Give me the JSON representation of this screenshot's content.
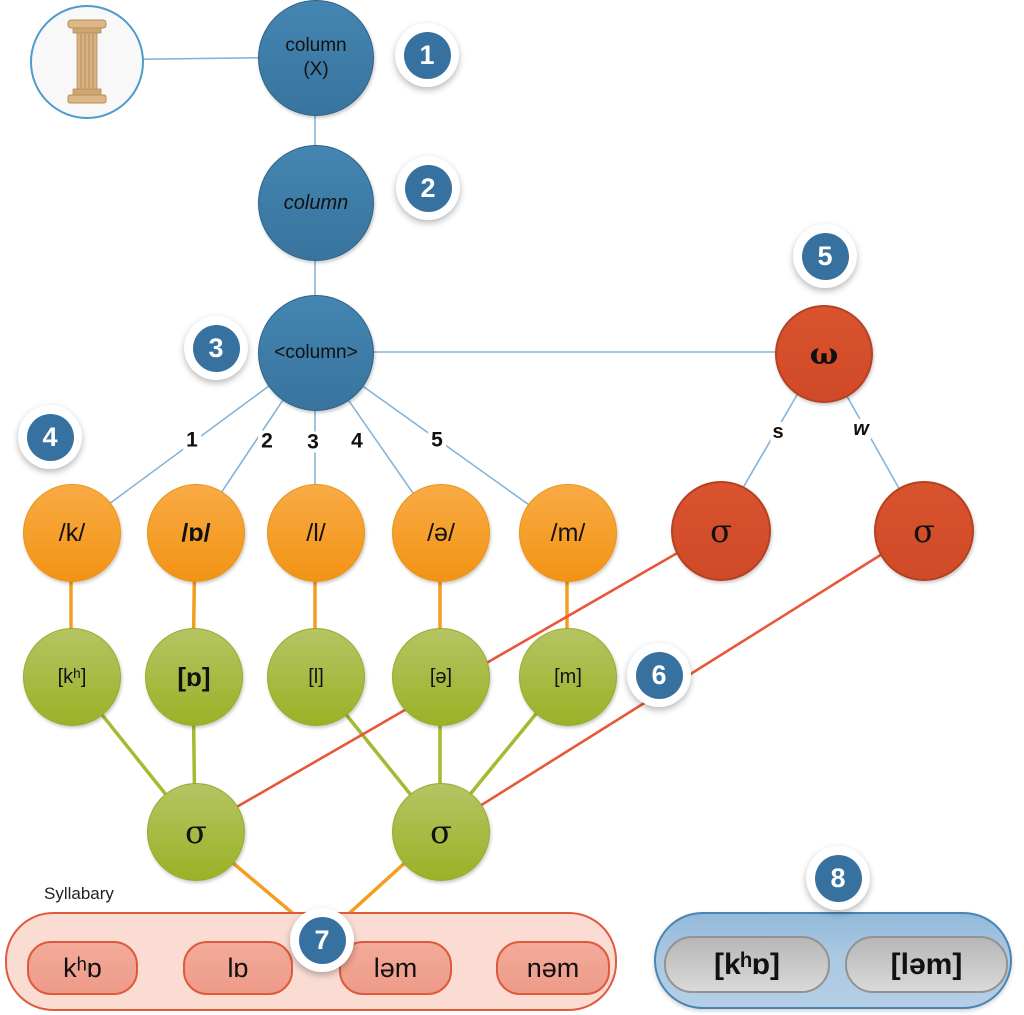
{
  "badges": [
    "1",
    "2",
    "3",
    "4",
    "5",
    "6",
    "7",
    "8"
  ],
  "nodes": {
    "word": {
      "line1": "column",
      "line2": "(X)"
    },
    "lemma": "column",
    "grapheme": "<column>",
    "omega": "ω",
    "sigma_strong": "σ",
    "sigma_weak": "σ",
    "syllable_sigma_left": "σ",
    "syllable_sigma_right": "σ"
  },
  "branch_labels": {
    "strong": "s",
    "weak": "w"
  },
  "position_numbers": [
    "1",
    "2",
    "3",
    "4",
    "5"
  ],
  "phonemes": [
    "/k/",
    "/ɒ/",
    "/l/",
    "/ə/",
    "/m/"
  ],
  "phones": [
    "[kʰ]",
    "[ɒ]",
    "[l]",
    "[ə]",
    "[m]"
  ],
  "syllabary": {
    "title": "Syllabary",
    "items": [
      "kʰɒ",
      "lɒ",
      "ləm",
      "nəm"
    ]
  },
  "output": {
    "items": [
      "[kʰɒ]",
      "[ləm]"
    ]
  },
  "icons": {
    "concept": "greek-column-icon"
  },
  "colors": {
    "node_blue": "#3d7ba6",
    "node_orange": "#f5a02d",
    "node_green": "#a5bc3e",
    "node_red": "#d8502f",
    "badge_blue": "#36719f",
    "line_blue": "#85b5d9",
    "line_orange": "#f59d20",
    "line_green": "#a2bb30",
    "line_red": "#e9573a",
    "syllabary_fill": "#fadcd3",
    "syllabary_border": "#e05a3d",
    "syllable_pill_fill": "#f2a695",
    "output_box_fill": "#a9c6e0",
    "output_box_border": "#4984b4",
    "output_pill_fill": "#c6c6c6"
  }
}
